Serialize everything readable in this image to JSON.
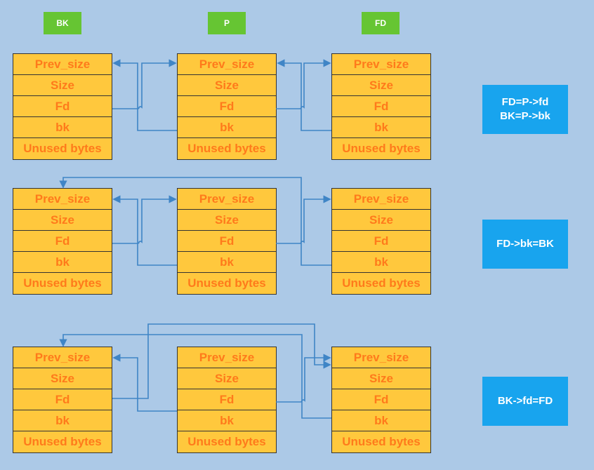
{
  "labels": {
    "bk": "BK",
    "p": "P",
    "fd": "FD"
  },
  "fields": {
    "prev_size": "Prev_size",
    "size": "Size",
    "fd": "Fd",
    "bk": "bk",
    "unused": "Unused bytes"
  },
  "notes": {
    "step1_line1": "FD=P->fd",
    "step1_line2": "BK=P->bk",
    "step2": "FD->bk=BK",
    "step3": "BK->fd=FD"
  },
  "colors": {
    "background": "#acc9e7",
    "label_box": "#66c533",
    "chunk_fill": "#ffc83d",
    "chunk_text": "#ff7a1b",
    "note_box": "#18a4ee",
    "arrow": "#3f85c6"
  }
}
